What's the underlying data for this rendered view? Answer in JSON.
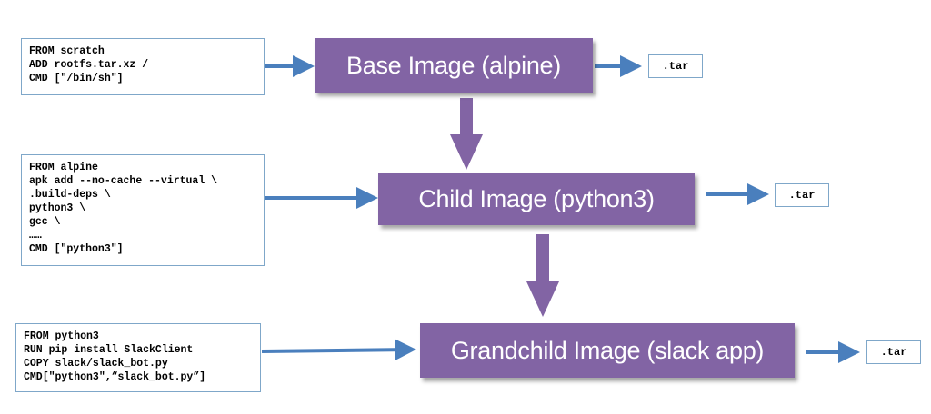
{
  "colors": {
    "image_fill": "#8264a4",
    "blue_arrow": "#4a7fbd",
    "purple_arrow": "#8264a4",
    "box_border": "#7fa7c9"
  },
  "code_blocks": [
    {
      "lines": [
        "FROM scratch",
        "ADD rootfs.tar.xz /",
        "CMD [\"/bin/sh\"]"
      ]
    },
    {
      "lines": [
        "FROM alpine",
        "apk add --no-cache --virtual \\",
        ".build-deps \\",
        "python3 \\",
        "gcc \\",
        "……",
        "CMD [\"python3\"]"
      ]
    },
    {
      "lines": [
        "FROM python3",
        "RUN pip install SlackClient",
        "COPY slack/slack_bot.py",
        "CMD[\"python3\",“slack_bot.py”]"
      ]
    }
  ],
  "images": [
    {
      "label": "Base Image (alpine)"
    },
    {
      "label": "Child Image (python3)"
    },
    {
      "label": "Grandchild Image (slack app)"
    }
  ],
  "outputs": [
    {
      "label": ".tar"
    },
    {
      "label": ".tar"
    },
    {
      "label": ".tar"
    }
  ]
}
